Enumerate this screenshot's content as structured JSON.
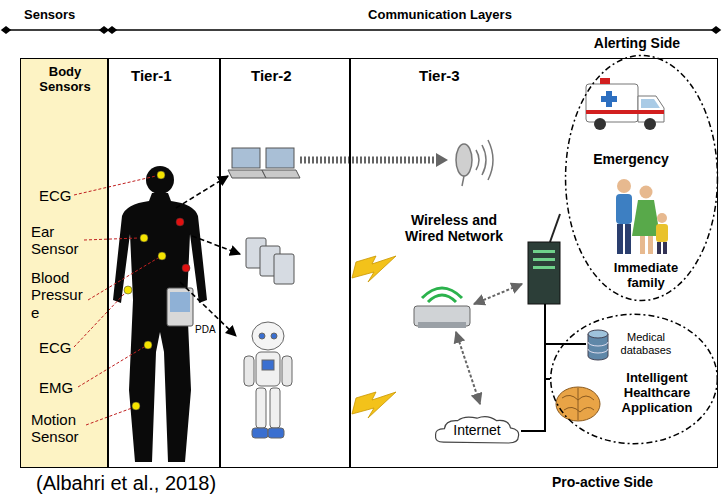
{
  "diagram": {
    "nodes": [
      {
        "text": [
          "Body Sensors",
          "ECG",
          "Ear Sensor",
          "Blood Pressur e",
          "ECG",
          "EMG",
          "Motion Sensor"
        ]
      },
      {
        "text": [
          "Tier-1"
        ]
      },
      {
        "text": [
          "Tier-2"
        ]
      },
      {
        "text": [
          "Tier-3"
        ]
      },
      {
        "text": [
          "Alerting Side",
          "Emergency",
          "Immediate family"
        ],
        "in": 3
      },
      {
        "text": [
          "Medical databases",
          "Intelligent Healthcare Application"
        ],
        "in": 3
      },
      {
        "text": [
          "Internet"
        ],
        "in": 3
      }
    ],
    "edges": [
      {
        "from": 6,
        "to": 5,
        "arrow": "none"
      }
    ],
    "labels": [
      "Sensors",
      "Communication Layers",
      "PDA",
      "Wireless and Wired Network",
      "(Albahri et al., 2018)",
      "Pro-active Side"
    ]
  }
}
